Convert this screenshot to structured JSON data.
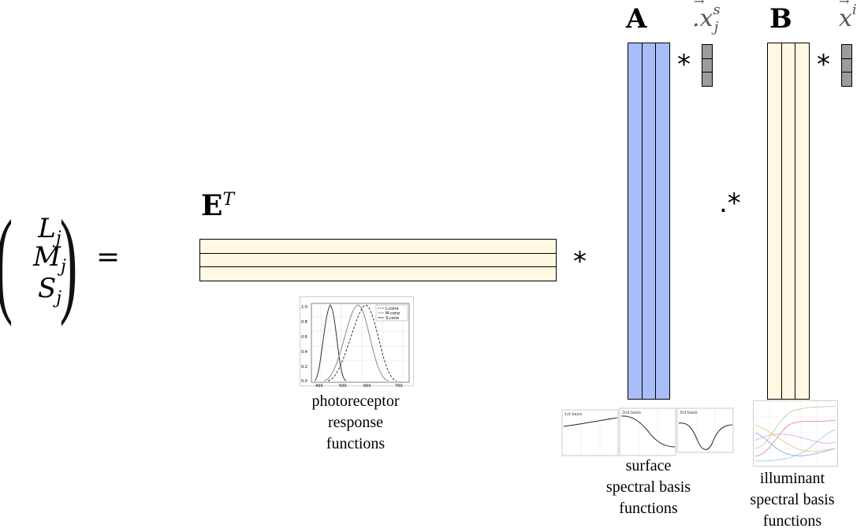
{
  "equation": {
    "lhs": [
      {
        "base": "L",
        "sub": "j"
      },
      {
        "base": "M",
        "sub": "j"
      },
      {
        "base": "S",
        "sub": "j"
      }
    ],
    "equals": "=",
    "E_label": {
      "base": "E",
      "sup": "T"
    },
    "A_label": "A",
    "B_label": "B",
    "xs_label": {
      "base": "x",
      "sub": "j",
      "sup": "s"
    },
    "xi_label": {
      "base": "x",
      "sup": "i"
    },
    "op_star": "*",
    "op_dot_star": ".*"
  },
  "captions": {
    "photoreceptor": [
      "photoreceptor",
      "response",
      "functions"
    ],
    "surface": [
      "surface",
      "spectral basis",
      "functions"
    ],
    "illuminant": [
      "illuminant",
      "spectral basis",
      "functions"
    ]
  },
  "photoreceptor_plot": {
    "legend": [
      "L-cone",
      "M-cone",
      "S-cone"
    ],
    "x_ticks": [
      "400",
      "500",
      "600",
      "700"
    ],
    "y_ticks": [
      "0.0",
      "0.2",
      "0.4",
      "0.6",
      "0.8",
      "1.0"
    ]
  },
  "surface_plot": {
    "panel_titles": [
      "1st basis",
      "2nd basis",
      "3rd basis"
    ]
  },
  "colors": {
    "matrix_A": "#a9bdf8",
    "matrix_cream": "#fff8e3",
    "weight_vector": "#9c9c9c"
  }
}
